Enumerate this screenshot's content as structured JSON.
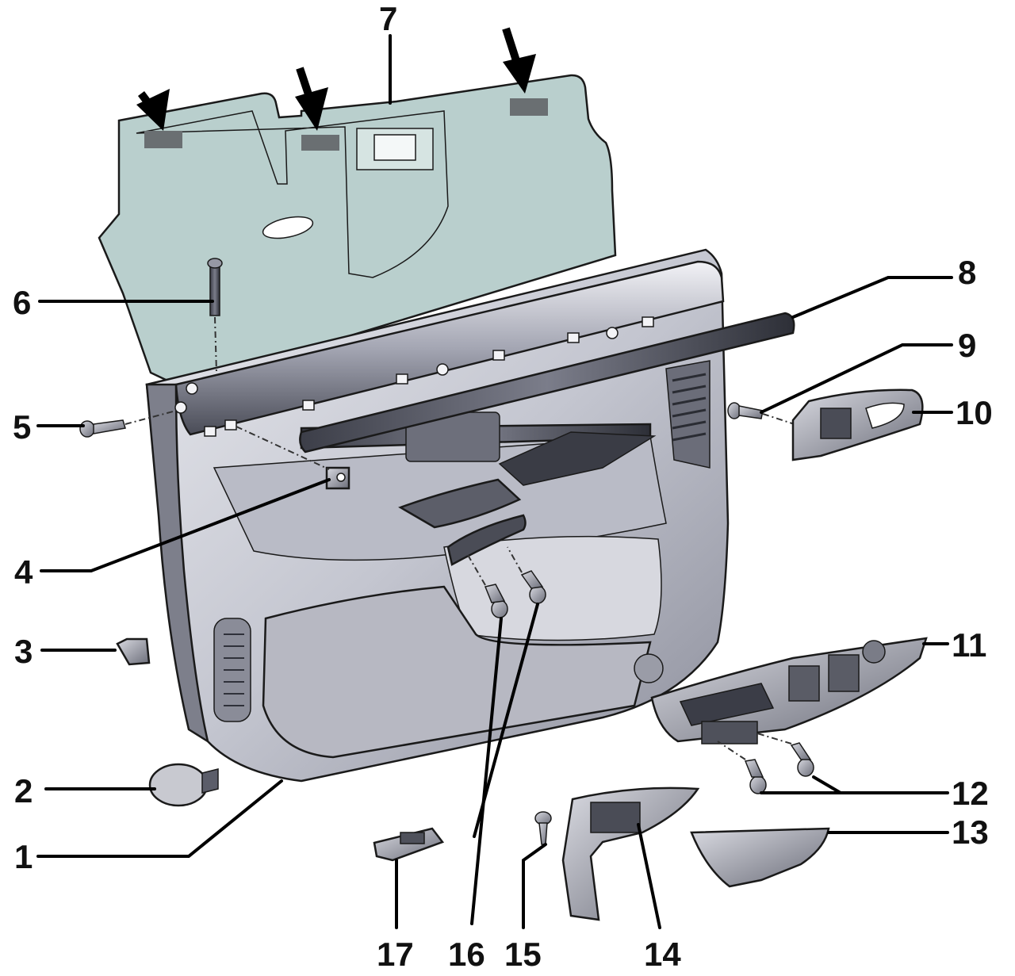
{
  "diagram": {
    "colors": {
      "membrane": "#b9cfcd",
      "panel_light": "#dadbe2",
      "panel_mid": "#a7a9b6",
      "panel_dark": "#5b5d69",
      "outline": "#1a1a1a",
      "label": "#111111"
    },
    "callouts": [
      {
        "id": "1",
        "text": "1"
      },
      {
        "id": "2",
        "text": "2"
      },
      {
        "id": "3",
        "text": "3"
      },
      {
        "id": "4",
        "text": "4"
      },
      {
        "id": "5",
        "text": "5"
      },
      {
        "id": "6",
        "text": "6"
      },
      {
        "id": "7",
        "text": "7"
      },
      {
        "id": "8",
        "text": "8"
      },
      {
        "id": "9",
        "text": "9"
      },
      {
        "id": "10",
        "text": "10"
      },
      {
        "id": "11",
        "text": "11"
      },
      {
        "id": "12",
        "text": "12"
      },
      {
        "id": "13",
        "text": "13"
      },
      {
        "id": "14",
        "text": "14"
      },
      {
        "id": "15",
        "text": "15"
      },
      {
        "id": "16",
        "text": "16"
      },
      {
        "id": "17",
        "text": "17"
      }
    ]
  }
}
